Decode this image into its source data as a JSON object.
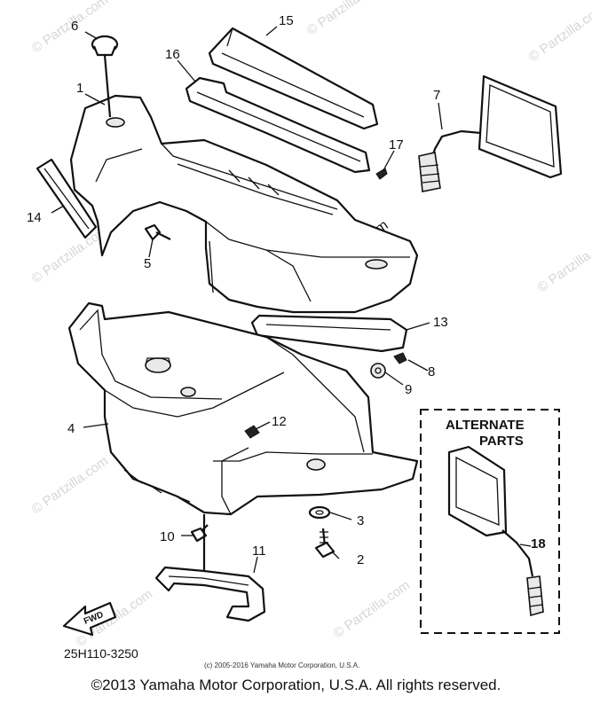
{
  "callouts": [
    {
      "id": "1",
      "label": "1"
    },
    {
      "id": "2",
      "label": "2"
    },
    {
      "id": "3",
      "label": "3"
    },
    {
      "id": "4",
      "label": "4"
    },
    {
      "id": "5",
      "label": "5"
    },
    {
      "id": "6",
      "label": "6"
    },
    {
      "id": "7",
      "label": "7"
    },
    {
      "id": "8",
      "label": "8"
    },
    {
      "id": "9",
      "label": "9"
    },
    {
      "id": "10",
      "label": "10"
    },
    {
      "id": "11",
      "label": "11"
    },
    {
      "id": "12",
      "label": "12"
    },
    {
      "id": "13",
      "label": "13"
    },
    {
      "id": "14",
      "label": "14"
    },
    {
      "id": "15",
      "label": "15"
    },
    {
      "id": "16",
      "label": "16"
    },
    {
      "id": "17",
      "label": "17"
    },
    {
      "id": "18",
      "label": "18"
    }
  ],
  "alternate": {
    "title": "ALTERNATE",
    "subtitle": "PARTS"
  },
  "fwd_arrow_label": "FWD",
  "part_code": "25H110-3250",
  "small_copyright": "(c) 2005-2016 Yamaha Motor Corporation, U.S.A.",
  "watermark": "© Partzilla.com",
  "footer_copyright": "©2013 Yamaha Motor Corporation, U.S.A. All rights reserved."
}
